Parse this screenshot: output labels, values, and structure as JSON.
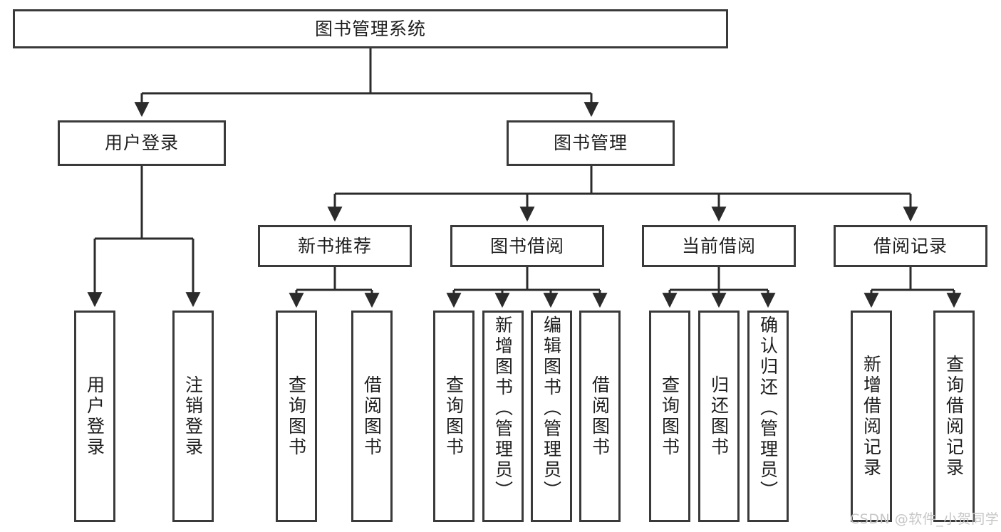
{
  "diagram": {
    "type": "tree",
    "title": "图书管理系统",
    "orientation": "top-down",
    "colors": {
      "box_border": "#3a3a3a",
      "box_fill": "#ffffff",
      "edge": "#2b2b2b",
      "text": "#1d1d1d",
      "watermark": "#c6c6c6",
      "background": "#ffffff"
    },
    "root": {
      "label": "图书管理系统"
    },
    "level2": [
      {
        "label": "用户登录"
      },
      {
        "label": "图书管理"
      }
    ],
    "level3": [
      {
        "label": "新书推荐"
      },
      {
        "label": "图书借阅"
      },
      {
        "label": "当前借阅"
      },
      {
        "label": "借阅记录"
      }
    ],
    "leaves": {
      "user_login": [
        {
          "label": "用户登录"
        },
        {
          "label": "注销登录"
        }
      ],
      "new_book": [
        {
          "label": "查询图书"
        },
        {
          "label": "借阅图书"
        }
      ],
      "book_borrow": [
        {
          "label": "查询图书"
        },
        {
          "label": "新增图书（管理员）"
        },
        {
          "label": "编辑图书（管理员）"
        },
        {
          "label": "借阅图书"
        }
      ],
      "current_borrow": [
        {
          "label": "查询图书"
        },
        {
          "label": "归还图书"
        },
        {
          "label": "确认归还（管理员）"
        }
      ],
      "borrow_record": [
        {
          "label": "新增借阅记录"
        },
        {
          "label": "查询借阅记录"
        }
      ]
    }
  },
  "watermark": {
    "text": "CSDN @软件_小贺同学"
  }
}
